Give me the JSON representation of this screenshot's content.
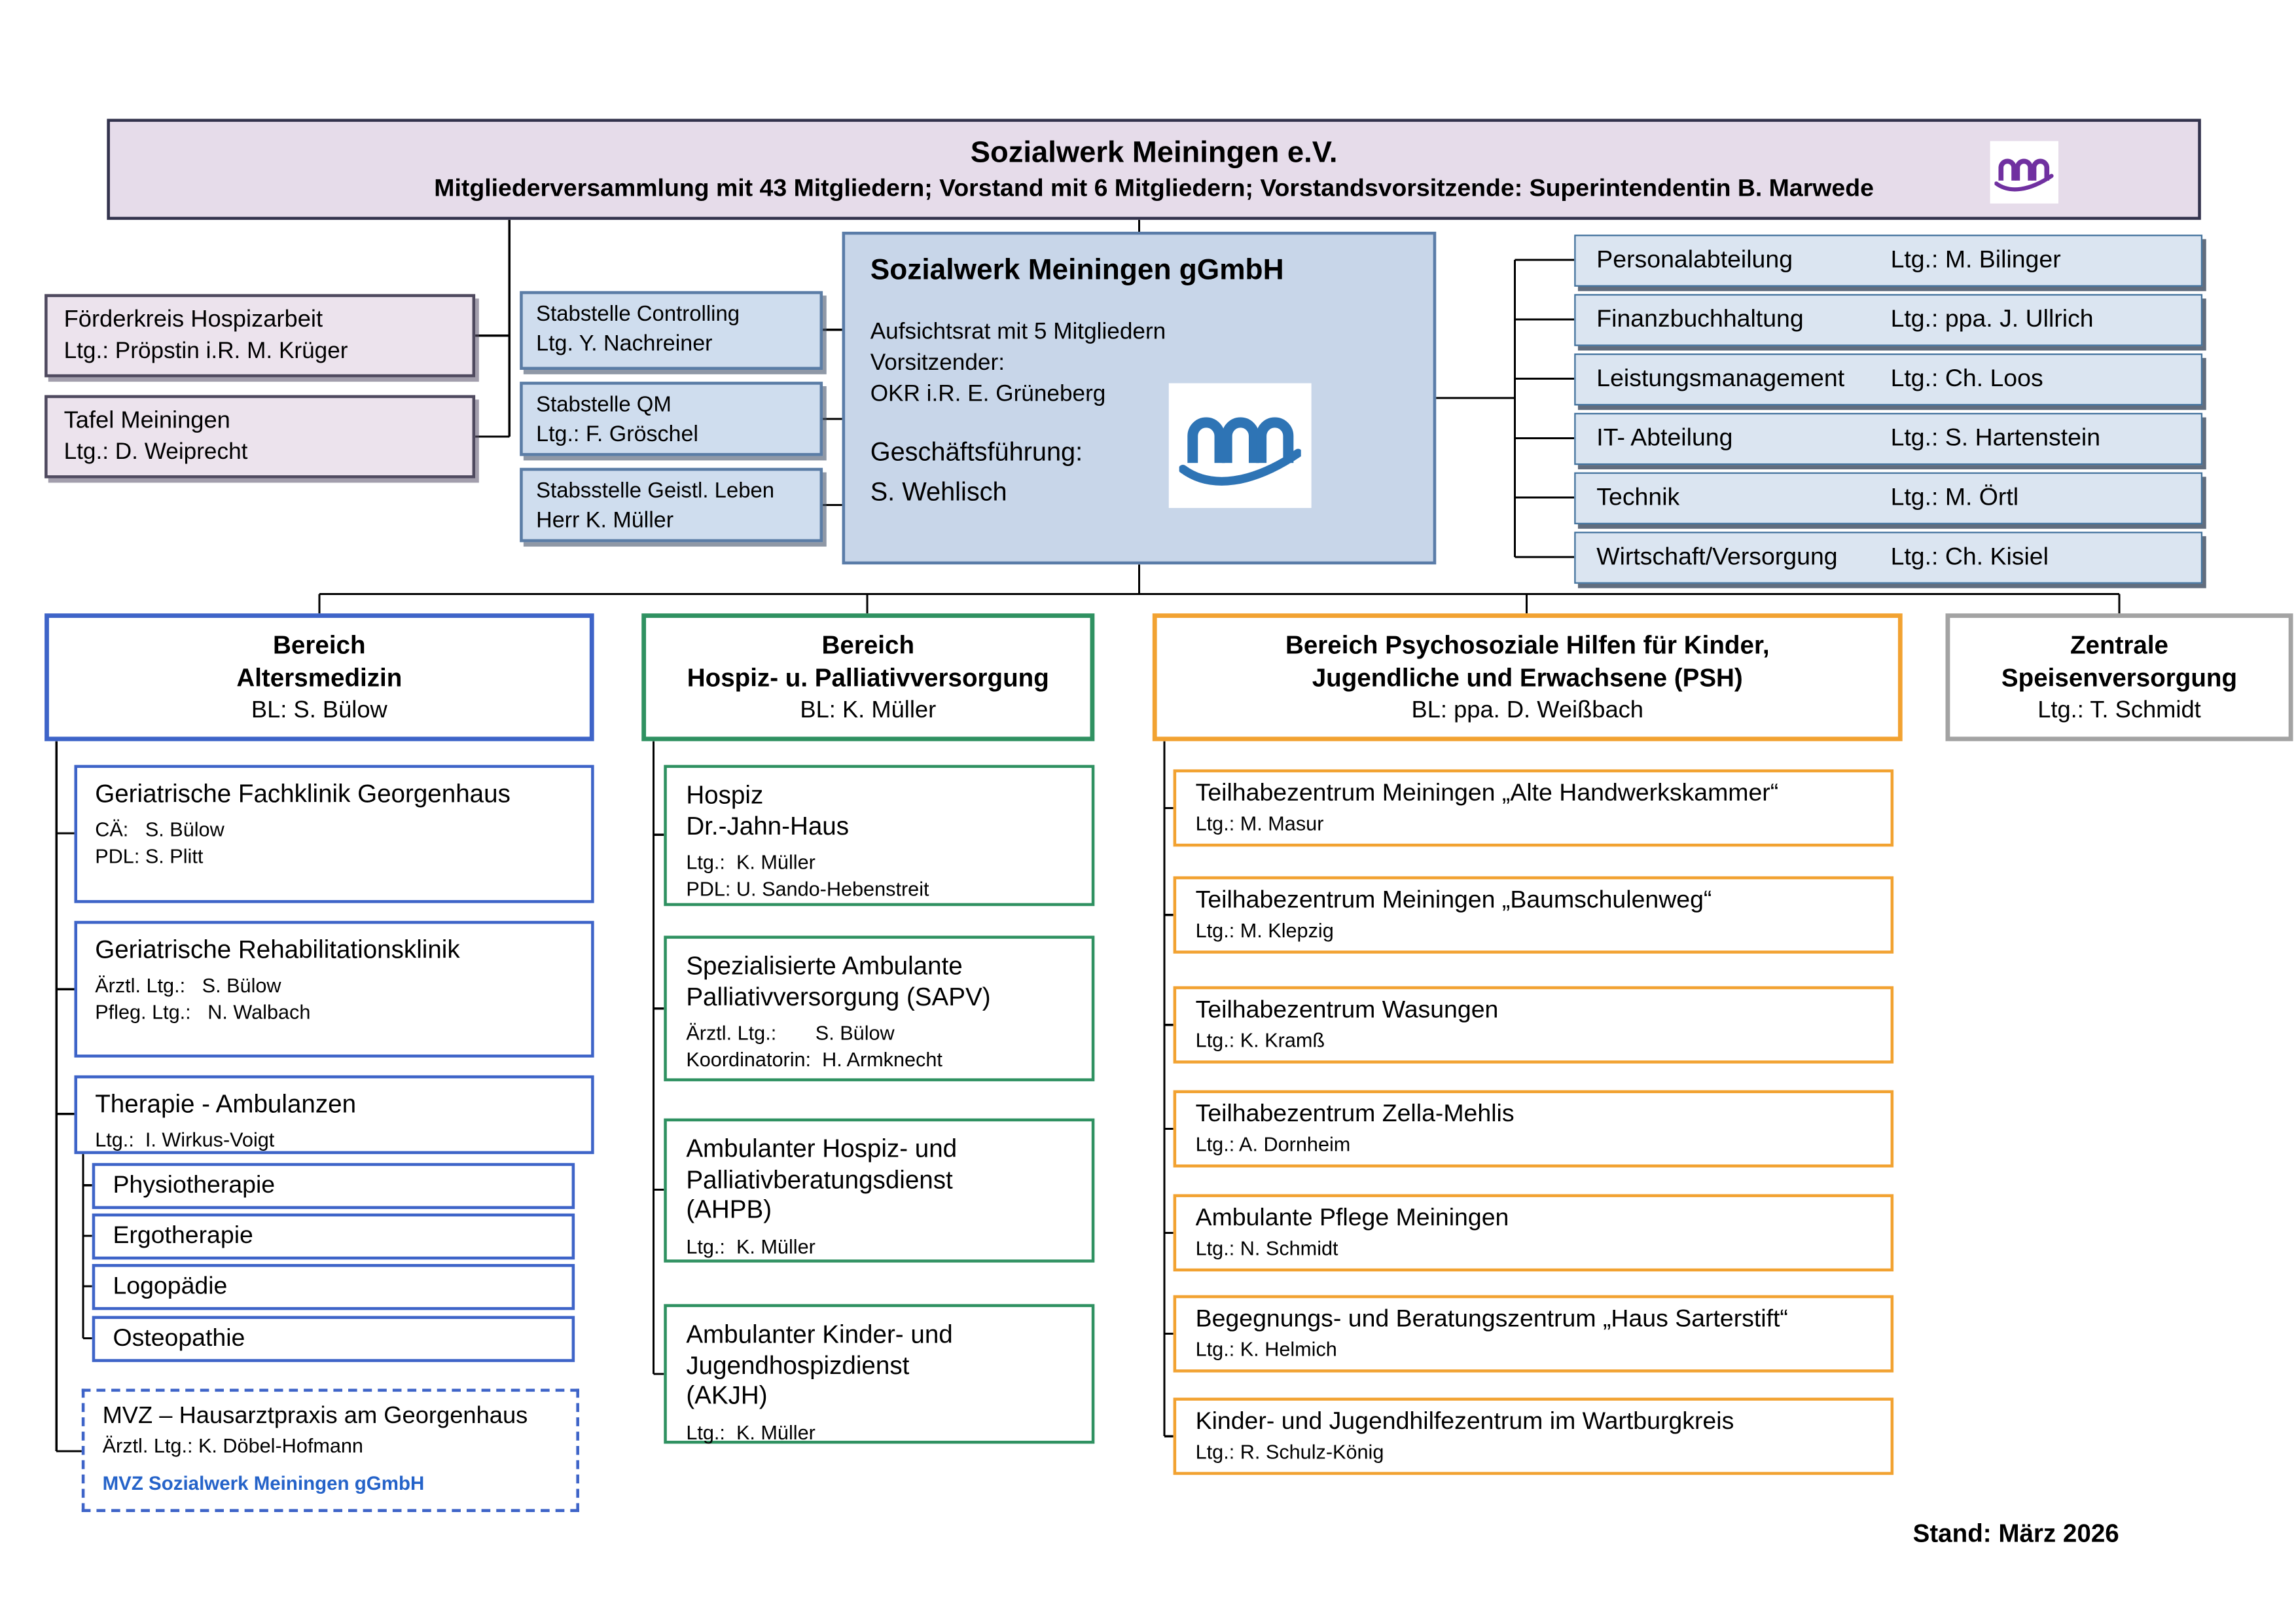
{
  "banner": {
    "title": "Sozialwerk Meiningen e.V.",
    "subtitle": "Mitgliederversammlung mit 43 Mitgliedern; Vorstand mit 6 Mitgliedern; Vorstandsvorsitzende: Superintendentin B. Marwede"
  },
  "affiliates": [
    {
      "title": "Förderkreis Hospizarbeit",
      "lead": "Ltg.: Pröpstin i.R. M. Krüger"
    },
    {
      "title": "Tafel Meiningen",
      "lead": "Ltg.: D. Weiprecht"
    }
  ],
  "staff_units": [
    {
      "title": "Stabstelle Controlling",
      "lead": "Ltg. Y. Nachreiner"
    },
    {
      "title": "Stabstelle QM",
      "lead": "Ltg.: F. Gröschel"
    },
    {
      "title": "Stabsstelle Geistl. Leben",
      "lead": "Herr K. Müller"
    }
  ],
  "company": {
    "title": "Sozialwerk Meiningen gGmbH",
    "supervisory": "Aufsichtsrat mit 5 Mitgliedern\nVorsitzender:\nOKR i.R. E. Grüneberg",
    "management_label": "Geschäftsführung:",
    "management_name": "S. Wehlisch"
  },
  "departments": [
    {
      "name": "Personalabteilung",
      "lead": "Ltg.: M. Bilinger"
    },
    {
      "name": "Finanzbuchhaltung",
      "lead": "Ltg.: ppa. J. Ullrich"
    },
    {
      "name": "Leistungsmanagement",
      "lead": "Ltg.: Ch. Loos"
    },
    {
      "name": "IT- Abteilung",
      "lead": "Ltg.: S. Hartenstein"
    },
    {
      "name": "Technik",
      "lead": "Ltg.: M. Örtl"
    },
    {
      "name": "Wirtschaft/Versorgung",
      "lead": "Ltg.: Ch. Kisiel"
    }
  ],
  "branches": {
    "altersmedizin": {
      "title": "Bereich\nAltersmedizin",
      "lead": "BL: S. Bülow",
      "children": [
        {
          "title": "Geriatrische Fachklinik Georgenhaus",
          "details": "CÄ:   S. Bülow\nPDL: S. Plitt"
        },
        {
          "title": "Geriatrische Rehabilitationsklinik",
          "details": "Ärztl. Ltg.:   S. Bülow\nPfleg. Ltg.:   N. Walbach"
        },
        {
          "title": "Therapie - Ambulanzen",
          "details": "Ltg.:  I. Wirkus-Voigt"
        }
      ],
      "therapies": [
        "Physiotherapie",
        "Ergotherapie",
        "Logopädie",
        "Osteopathie"
      ],
      "mvz": {
        "title": "MVZ – Hausarztpraxis am Georgenhaus",
        "details": "Ärztl. Ltg.: K. Döbel-Hofmann",
        "footer": "MVZ Sozialwerk Meiningen gGmbH"
      }
    },
    "hospiz": {
      "title": "Bereich\nHospiz- u. Palliativversorgung",
      "lead": "BL: K. Müller",
      "children": [
        {
          "title": "Hospiz\nDr.-Jahn-Haus",
          "details": "Ltg.:  K. Müller\nPDL: U. Sando-Hebenstreit"
        },
        {
          "title": "Spezialisierte Ambulante\nPalliativversorgung (SAPV)",
          "details": "Ärztl. Ltg.:       S. Bülow\nKoordinatorin:  H. Armknecht"
        },
        {
          "title": "Ambulanter Hospiz- und\nPalliativberatungsdienst\n(AHPB)",
          "details": "Ltg.:  K. Müller"
        },
        {
          "title": "Ambulanter Kinder- und\nJugendhospizdienst\n(AKJH)",
          "details": "Ltg.:  K. Müller"
        }
      ]
    },
    "psh": {
      "title": "Bereich Psychosoziale Hilfen für Kinder,\nJugendliche und Erwachsene (PSH)",
      "lead": "BL: ppa. D. Weißbach",
      "children": [
        {
          "title": "Teilhabezentrum Meiningen „Alte Handwerkskammer“",
          "details": "Ltg.: M. Masur"
        },
        {
          "title": "Teilhabezentrum Meiningen „Baumschulenweg“",
          "details": "Ltg.: M. Klepzig"
        },
        {
          "title": "Teilhabezentrum Wasungen",
          "details": "Ltg.: K. Kramß"
        },
        {
          "title": "Teilhabezentrum Zella-Mehlis",
          "details": "Ltg.: A. Dornheim"
        },
        {
          "title": "Ambulante Pflege Meiningen",
          "details": "Ltg.: N. Schmidt"
        },
        {
          "title": "Begegnungs- und Beratungszentrum „Haus Sarterstift“",
          "details": "Ltg.: K. Helmich"
        },
        {
          "title": "Kinder- und Jugendhilfezentrum im Wartburgkreis",
          "details": "Ltg.: R. Schulz-König"
        }
      ]
    },
    "speisenversorgung": {
      "title": "Zentrale\nSpeisenversorgung",
      "lead": "Ltg.: T. Schmidt"
    }
  },
  "footer": {
    "stand": "Stand: März 2026"
  },
  "icons": {
    "banner_logo": "sozialwerk-arches-logo",
    "company_logo": "sozialwerk-arches-logo"
  },
  "colors": {
    "banner_bg": "#e6dcea",
    "affiliate_bg": "#ece3ed",
    "company_bg": "#c8d6e9",
    "department_bg": "#dbe5f1",
    "branch_blue": "#3e64c8",
    "branch_green": "#2f9161",
    "branch_orange": "#f2a231",
    "branch_gray": "#a3a3a3",
    "logo_purple": "#7030a0",
    "logo_blue": "#2e74b5",
    "mvz_text_blue": "#2563c9"
  }
}
